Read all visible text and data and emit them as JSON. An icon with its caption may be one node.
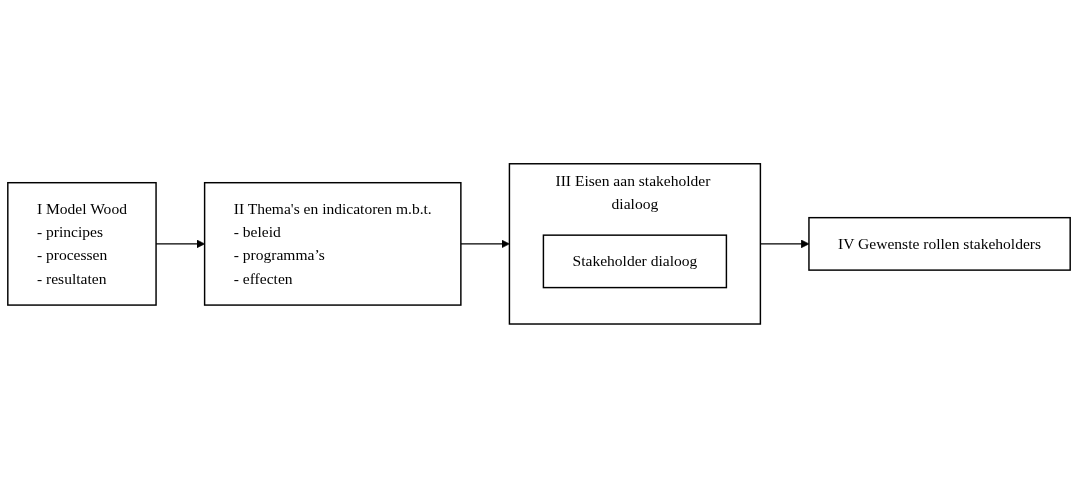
{
  "diagram": {
    "nodes": [
      {
        "text": [
          "I Model Wood",
          "- principes",
          "- processen",
          "- resultaten"
        ]
      },
      {
        "text": [
          "II Thema's en indicatoren m.b.t.",
          "- beleid",
          "- programma’s",
          "- effecten"
        ]
      },
      {
        "text": [
          "III Eisen aan stakeholder dialoog"
        ]
      },
      {
        "text": [
          "Stakeholder dialoog"
        ],
        "in": 2
      },
      {
        "text": [
          "IV Gewenste rollen stakeholders"
        ]
      }
    ],
    "edges": [
      {
        "from": 0,
        "to": 1,
        "arrow": "to"
      },
      {
        "from": 1,
        "to": 2,
        "arrow": "to"
      },
      {
        "from": 2,
        "to": 4,
        "arrow": "to"
      }
    ]
  }
}
